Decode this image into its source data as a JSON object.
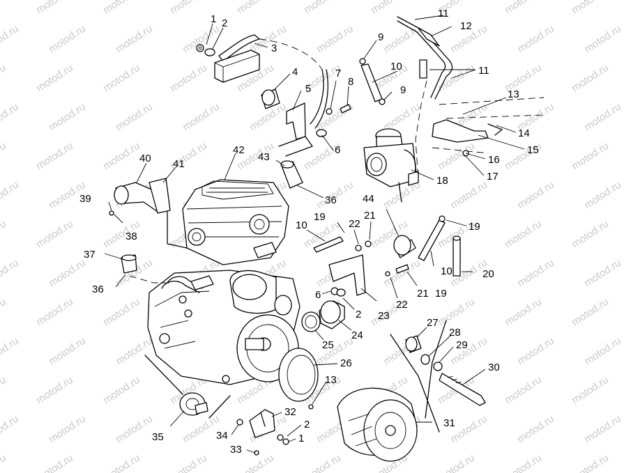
{
  "watermark": "motod.ru",
  "callouts": [
    {
      "id": "c1a",
      "label": "1"
    },
    {
      "id": "c2a",
      "label": "2"
    },
    {
      "id": "c3",
      "label": "3"
    },
    {
      "id": "c4",
      "label": "4"
    },
    {
      "id": "c5",
      "label": "5"
    },
    {
      "id": "c6a",
      "label": "6"
    },
    {
      "id": "c7",
      "label": "7"
    },
    {
      "id": "c8",
      "label": "8"
    },
    {
      "id": "c9a",
      "label": "9"
    },
    {
      "id": "c9b",
      "label": "9"
    },
    {
      "id": "c10a",
      "label": "10"
    },
    {
      "id": "c11a",
      "label": "11"
    },
    {
      "id": "c11b",
      "label": "11"
    },
    {
      "id": "c12",
      "label": "12"
    },
    {
      "id": "c13a",
      "label": "13"
    },
    {
      "id": "c14",
      "label": "14"
    },
    {
      "id": "c15",
      "label": "15"
    },
    {
      "id": "c16",
      "label": "16"
    },
    {
      "id": "c17",
      "label": "17"
    },
    {
      "id": "c18",
      "label": "18"
    },
    {
      "id": "c19a",
      "label": "19"
    },
    {
      "id": "c19b",
      "label": "19"
    },
    {
      "id": "c19c",
      "label": "19"
    },
    {
      "id": "c10b",
      "label": "10"
    },
    {
      "id": "c10c",
      "label": "10"
    },
    {
      "id": "c20",
      "label": "20"
    },
    {
      "id": "c21a",
      "label": "21"
    },
    {
      "id": "c21b",
      "label": "21"
    },
    {
      "id": "c22a",
      "label": "22"
    },
    {
      "id": "c22b",
      "label": "22"
    },
    {
      "id": "c23",
      "label": "23"
    },
    {
      "id": "c6b",
      "label": "6"
    },
    {
      "id": "c2b",
      "label": "2"
    },
    {
      "id": "c24",
      "label": "24"
    },
    {
      "id": "c25",
      "label": "25"
    },
    {
      "id": "c26",
      "label": "26"
    },
    {
      "id": "c13b",
      "label": "13"
    },
    {
      "id": "c27",
      "label": "27"
    },
    {
      "id": "c28",
      "label": "28"
    },
    {
      "id": "c29",
      "label": "29"
    },
    {
      "id": "c30",
      "label": "30"
    },
    {
      "id": "c31",
      "label": "31"
    },
    {
      "id": "c32",
      "label": "32"
    },
    {
      "id": "c2c",
      "label": "2"
    },
    {
      "id": "c1b",
      "label": "1"
    },
    {
      "id": "c33",
      "label": "33"
    },
    {
      "id": "c34",
      "label": "34"
    },
    {
      "id": "c35",
      "label": "35"
    },
    {
      "id": "c36a",
      "label": "36"
    },
    {
      "id": "c36b",
      "label": "36"
    },
    {
      "id": "c37",
      "label": "37"
    },
    {
      "id": "c38",
      "label": "38"
    },
    {
      "id": "c39",
      "label": "39"
    },
    {
      "id": "c40",
      "label": "40"
    },
    {
      "id": "c41",
      "label": "41"
    },
    {
      "id": "c42",
      "label": "42"
    },
    {
      "id": "c43",
      "label": "43"
    },
    {
      "id": "c44",
      "label": "44"
    }
  ]
}
